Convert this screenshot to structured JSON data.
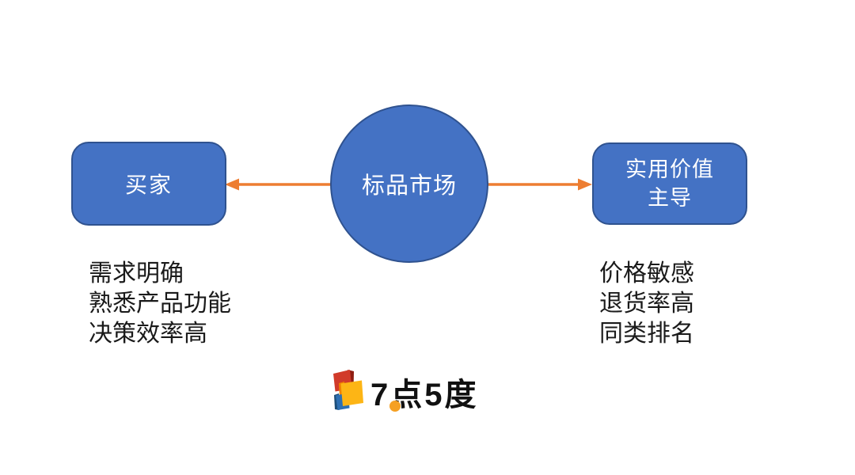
{
  "diagram": {
    "center_label": "标品市场",
    "left_box_label": "买家",
    "right_box_lines": [
      "实用价值",
      "主导"
    ],
    "left_points": [
      "需求明确",
      "熟悉产品功能",
      "决策效率高"
    ],
    "right_points": [
      "价格敏感",
      "退货率高",
      "同类排名"
    ],
    "colors": {
      "shape_fill": "#4472C4",
      "shape_border": "#2F528F",
      "arrow": "#ED7D31",
      "text": "#1A1A1A"
    }
  },
  "logo": {
    "part_7": "7",
    "part_dian": "点",
    "part_5": "5",
    "part_du": "度",
    "colors": {
      "dot": "#F5A023",
      "red": "#D13B2A",
      "dark_red": "#8F1D12",
      "yellow": "#FDB515",
      "orange": "#F08300",
      "blue": "#2E6FB2",
      "dark_blue": "#1D4E79"
    }
  }
}
